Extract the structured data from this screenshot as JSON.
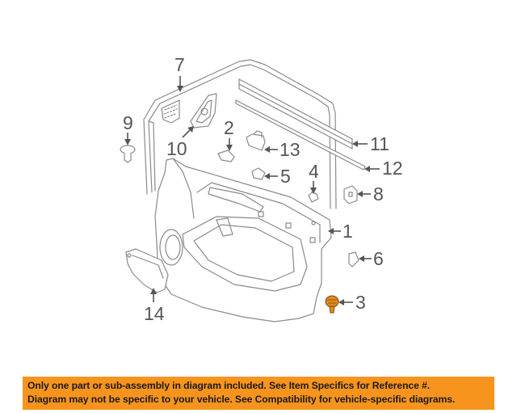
{
  "diagram": {
    "title": "Front door trim panel components",
    "highlight_color": "#e08a1e",
    "line_color": "#8a8a8a",
    "callouts": [
      {
        "id": "1",
        "label": "1",
        "part": "door-trim-panel"
      },
      {
        "id": "2",
        "label": "2",
        "part": "clip"
      },
      {
        "id": "3",
        "label": "3",
        "part": "retainer-clip",
        "highlighted": true
      },
      {
        "id": "4",
        "label": "4",
        "part": "grommet"
      },
      {
        "id": "5",
        "label": "5",
        "part": "cap"
      },
      {
        "id": "6",
        "label": "6",
        "part": "clip"
      },
      {
        "id": "7",
        "label": "7",
        "part": "upper-trim"
      },
      {
        "id": "8",
        "label": "8",
        "part": "bracket"
      },
      {
        "id": "9",
        "label": "9",
        "part": "push-pin"
      },
      {
        "id": "10",
        "label": "10",
        "part": "speaker-grille"
      },
      {
        "id": "11",
        "label": "11",
        "part": "belt-weatherstrip"
      },
      {
        "id": "12",
        "label": "12",
        "part": "inner-weatherstrip"
      },
      {
        "id": "13",
        "label": "13",
        "part": "switch-housing"
      },
      {
        "id": "14",
        "label": "14",
        "part": "pull-handle"
      }
    ]
  },
  "banner": {
    "background": "#f7941d",
    "line1": "Only one part or sub-assembly in diagram included. See Item Specifics for Reference #.",
    "line2": "Diagram may not be specific to your vehicle. See Compatibility for vehicle-specific diagrams."
  }
}
